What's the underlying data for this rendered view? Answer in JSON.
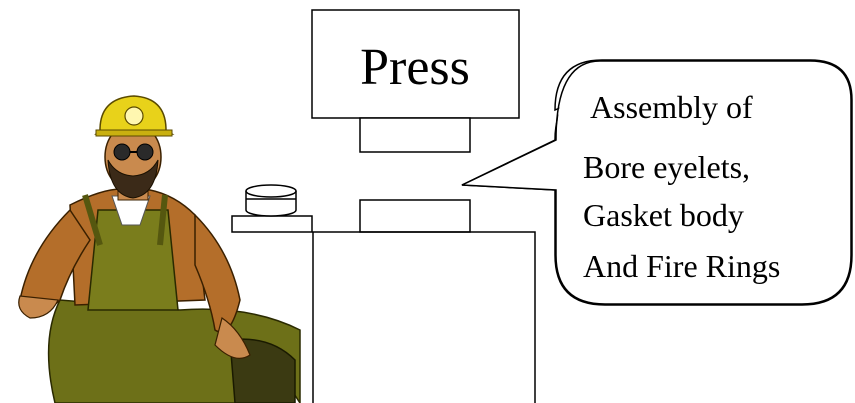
{
  "press": {
    "label": "Press"
  },
  "callout": {
    "lines": [
      "Assembly of",
      "Bore eyelets,",
      "Gasket body",
      "And Fire Rings"
    ]
  },
  "worker": {
    "icon": "miner-worker-clipart"
  },
  "colors": {
    "stroke": "#000000",
    "helmet": "#e8d21a",
    "overalls": "#7a7d1c",
    "skin": "#c98a4e"
  }
}
